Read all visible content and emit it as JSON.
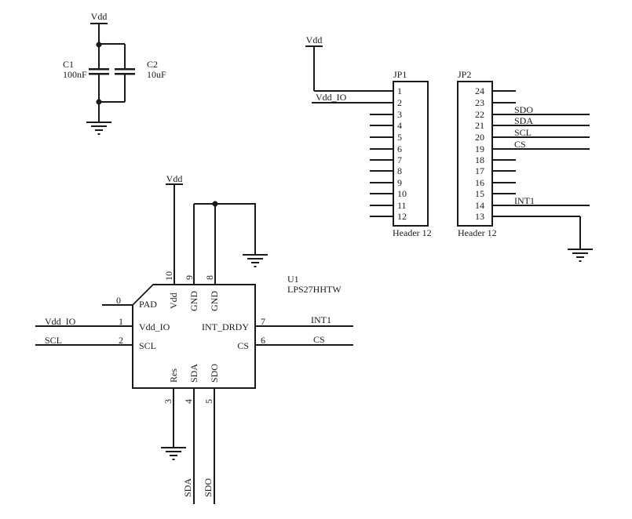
{
  "colors": {
    "ink": "#1a1a1a",
    "paper": "#ffffff"
  },
  "power": {
    "vdd": "Vdd"
  },
  "decoupling": {
    "c1": {
      "ref": "C1",
      "value": "100nF"
    },
    "c2": {
      "ref": "C2",
      "value": "10uF"
    }
  },
  "jp1": {
    "ref": "JP1",
    "part": "Header 12",
    "pins": [
      "1",
      "2",
      "3",
      "4",
      "5",
      "6",
      "7",
      "8",
      "9",
      "10",
      "11",
      "12"
    ],
    "pin2_net": "Vdd_IO"
  },
  "jp2": {
    "ref": "JP2",
    "part": "Header 12",
    "pins": [
      "24",
      "23",
      "22",
      "21",
      "20",
      "19",
      "18",
      "17",
      "16",
      "15",
      "14",
      "13"
    ],
    "net_sdo": "SDO",
    "net_sda": "SDA",
    "net_scl": "SCL",
    "net_cs": "CS",
    "net_int1": "INT1"
  },
  "u1": {
    "ref": "U1",
    "part": "LPS27HHTW",
    "pad": {
      "num": "0",
      "name": "PAD"
    },
    "vdd_io": {
      "num": "1",
      "name": "Vdd_IO",
      "net": "Vdd_IO"
    },
    "scl": {
      "num": "2",
      "name": "SCL",
      "net": "SCL"
    },
    "res": {
      "num": "3",
      "name": "Res"
    },
    "sda": {
      "num": "4",
      "name": "SDA",
      "net": "SDA"
    },
    "sdo": {
      "num": "5",
      "name": "SDO",
      "net": "SDO"
    },
    "cs": {
      "num": "6",
      "name": "CS",
      "net": "CS"
    },
    "int_drdy": {
      "num": "7",
      "name": "INT_DRDY",
      "net": "INT1"
    },
    "gnd8": {
      "num": "8",
      "name": "GND"
    },
    "gnd9": {
      "num": "9",
      "name": "GND"
    },
    "vdd": {
      "num": "10",
      "name": "Vdd"
    }
  }
}
